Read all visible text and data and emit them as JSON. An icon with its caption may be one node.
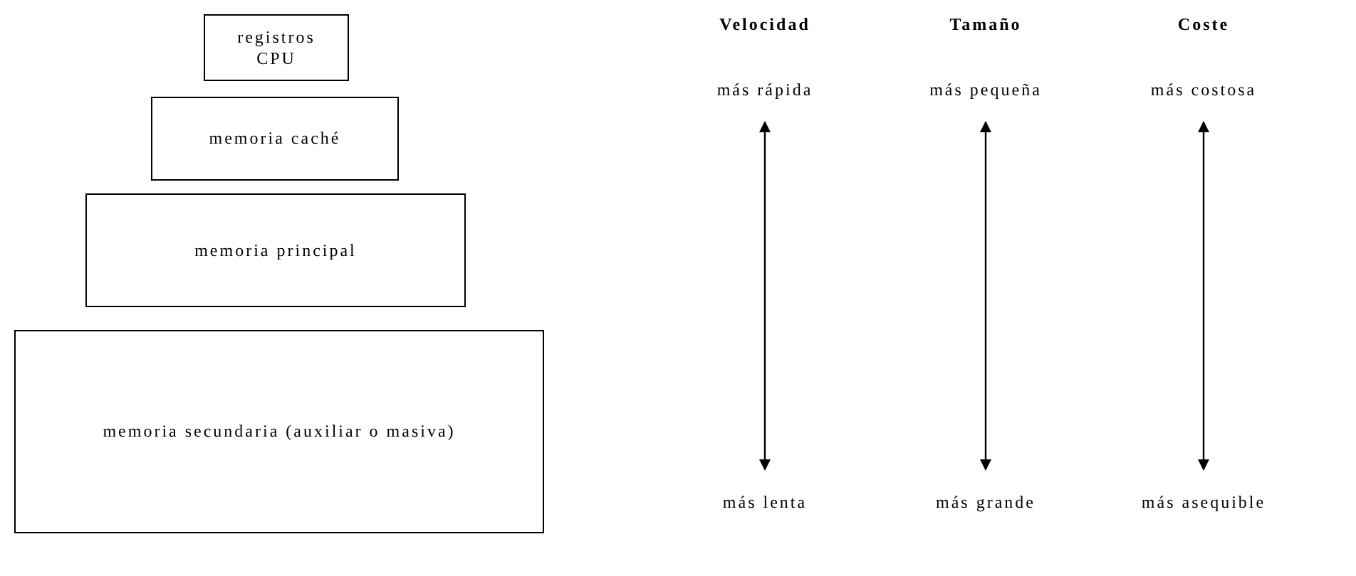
{
  "diagram": {
    "nodes": [
      {
        "text": [
          "registros CPU"
        ]
      },
      {
        "text": [
          "memoria caché"
        ]
      },
      {
        "text": [
          "memoria principal"
        ]
      },
      {
        "text": [
          "memoria secundaria (auxiliar o masiva)"
        ]
      },
      {
        "text": [
          "más rápida"
        ]
      },
      {
        "text": [
          "más lenta"
        ]
      },
      {
        "text": [
          "más pequeña"
        ]
      },
      {
        "text": [
          "más grande"
        ]
      },
      {
        "text": [
          "más costosa"
        ]
      },
      {
        "text": [
          "más asequible"
        ]
      }
    ],
    "edges": [
      {
        "from": 4,
        "to": 5,
        "arrow": "both"
      },
      {
        "from": 6,
        "to": 7,
        "arrow": "both"
      },
      {
        "from": 8,
        "to": 9,
        "arrow": "both"
      }
    ],
    "labels": [
      "Velocidad",
      "Tamaño",
      "Coste"
    ]
  }
}
